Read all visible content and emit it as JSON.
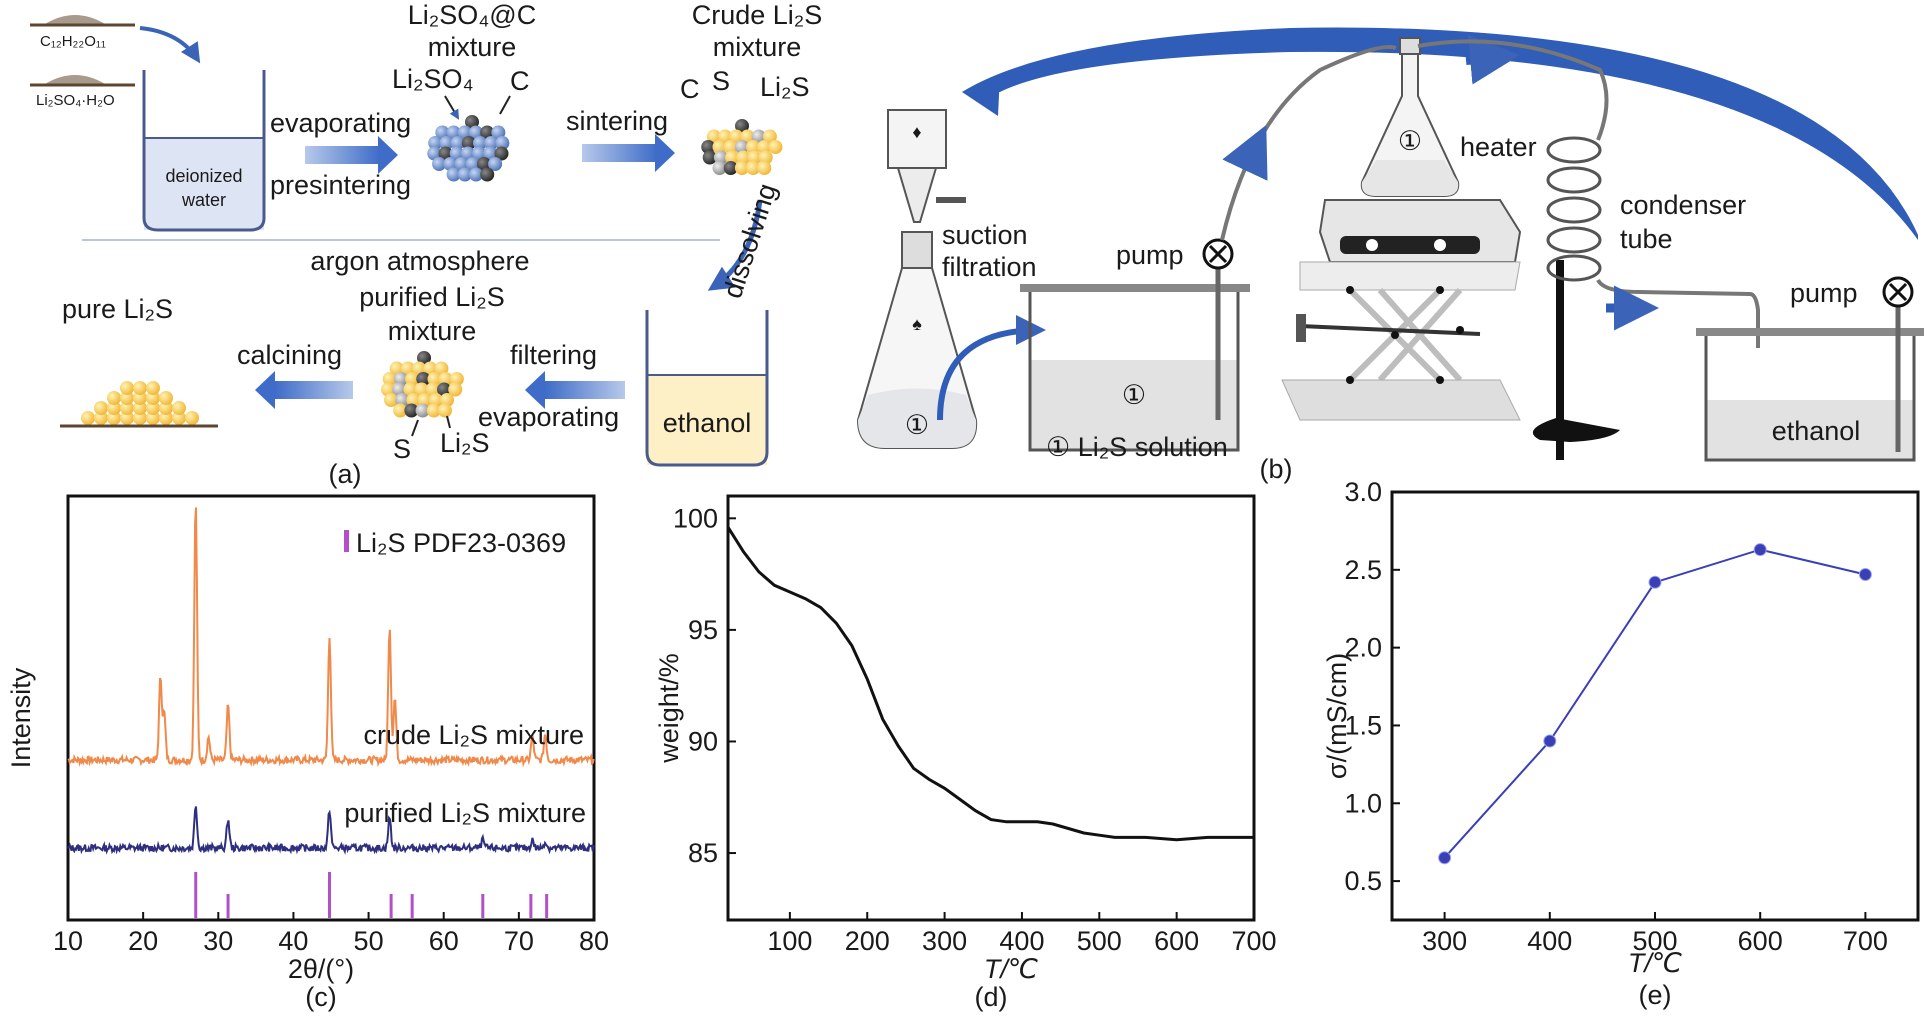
{
  "panel_a": {
    "sucrose": "C₁₂H₂₂O₁₁",
    "sulfate": "Li₂SO₄·H₂O",
    "water": [
      "deionized",
      "water"
    ],
    "evaporating": "evaporating",
    "presintering": "presintering",
    "mix_title": [
      "Li₂SO₄@C",
      "mixture"
    ],
    "li2so4": "Li₂SO₄",
    "c": "C",
    "sintering": "sintering",
    "crude_title": [
      "Crude Li₂S",
      "mixture"
    ],
    "crude_c": "C",
    "crude_s": "S",
    "crude_li2s": "Li₂S",
    "dissolving": "dissolving",
    "argon": "argon atmosphere",
    "ethanol": "ethanol",
    "filtering": "filtering",
    "evaporating2": "evaporating",
    "purified_title": [
      "purified Li₂S",
      "mixture"
    ],
    "pur_s": "S",
    "pur_li2s": "Li₂S",
    "calcining": "calcining",
    "pure": "pure Li₂S",
    "label": "(a)"
  },
  "panel_b": {
    "suction": [
      "suction",
      "filtration"
    ],
    "pump1": "pump",
    "solution": "① Li₂S solution",
    "circ": "①",
    "heater": "heater",
    "condenser": [
      "condenser",
      "tube"
    ],
    "pump2": "pump",
    "ethanol": "ethanol",
    "label": "(b)"
  },
  "chart_data": [
    {
      "id": "c",
      "type": "line",
      "label": "(c)",
      "xlabel": "2θ/(°)",
      "ylabel": "Intensity",
      "xlim": [
        10,
        80
      ],
      "xticks": [
        10,
        20,
        30,
        40,
        50,
        60,
        70,
        80
      ],
      "legend": "Li₂S PDF23-0369",
      "colors": {
        "crude": "#f0894a",
        "purified": "#2e2f7e",
        "ref": "#b150c8",
        "peak": "#e8742f"
      },
      "series": [
        {
          "name": "crude Li₂S mixture",
          "peaks": [
            [
              22.3,
              0.32
            ],
            [
              22.8,
              0.18
            ],
            [
              27.0,
              1.0
            ],
            [
              28.7,
              0.09
            ],
            [
              31.3,
              0.21
            ],
            [
              44.8,
              0.48
            ],
            [
              52.8,
              0.52
            ],
            [
              53.5,
              0.24
            ],
            [
              71.8,
              0.09
            ],
            [
              73.5,
              0.1
            ]
          ]
        },
        {
          "name": "purified Li₂S mixture",
          "peaks": [
            [
              27.0,
              0.55
            ],
            [
              31.3,
              0.36
            ],
            [
              44.8,
              0.48
            ],
            [
              52.8,
              0.38
            ],
            [
              65.2,
              0.1
            ],
            [
              71.8,
              0.1
            ],
            [
              73.5,
              0.08
            ]
          ]
        }
      ],
      "reference_lines": [
        27.0,
        31.3,
        44.8,
        53.0,
        55.8,
        65.2,
        71.6,
        73.7
      ]
    },
    {
      "id": "d",
      "type": "line",
      "label": "(d)",
      "xlabel": "T/℃",
      "ylabel": "weight/%",
      "xlim": [
        20,
        700
      ],
      "ylim": [
        82,
        101
      ],
      "xticks": [
        100,
        200,
        300,
        400,
        500,
        600,
        700
      ],
      "yticks": [
        85,
        90,
        95,
        100
      ],
      "color": "#111111",
      "x": [
        20,
        40,
        60,
        80,
        100,
        120,
        140,
        160,
        180,
        200,
        220,
        240,
        260,
        280,
        300,
        320,
        340,
        360,
        380,
        400,
        420,
        440,
        460,
        480,
        500,
        520,
        560,
        600,
        640,
        700
      ],
      "y": [
        99.6,
        98.5,
        97.6,
        97.0,
        96.7,
        96.4,
        96.0,
        95.3,
        94.3,
        92.8,
        91.0,
        89.8,
        88.8,
        88.3,
        87.9,
        87.4,
        86.9,
        86.5,
        86.4,
        86.4,
        86.4,
        86.3,
        86.1,
        85.9,
        85.8,
        85.7,
        85.7,
        85.6,
        85.7,
        85.7
      ]
    },
    {
      "id": "e",
      "type": "line",
      "label": "(e)",
      "xlabel": "T/℃",
      "ylabel": "σ/(mS/cm)",
      "xlim": [
        250,
        750
      ],
      "ylim": [
        0.25,
        3.0
      ],
      "xticks": [
        300,
        400,
        500,
        600,
        700
      ],
      "yticks": [
        0.5,
        1.0,
        1.5,
        2.0,
        2.5,
        3.0
      ],
      "color": "#3a3fb5",
      "x": [
        300,
        400,
        500,
        600,
        700
      ],
      "y": [
        0.65,
        1.4,
        2.42,
        2.63,
        2.47
      ]
    }
  ]
}
